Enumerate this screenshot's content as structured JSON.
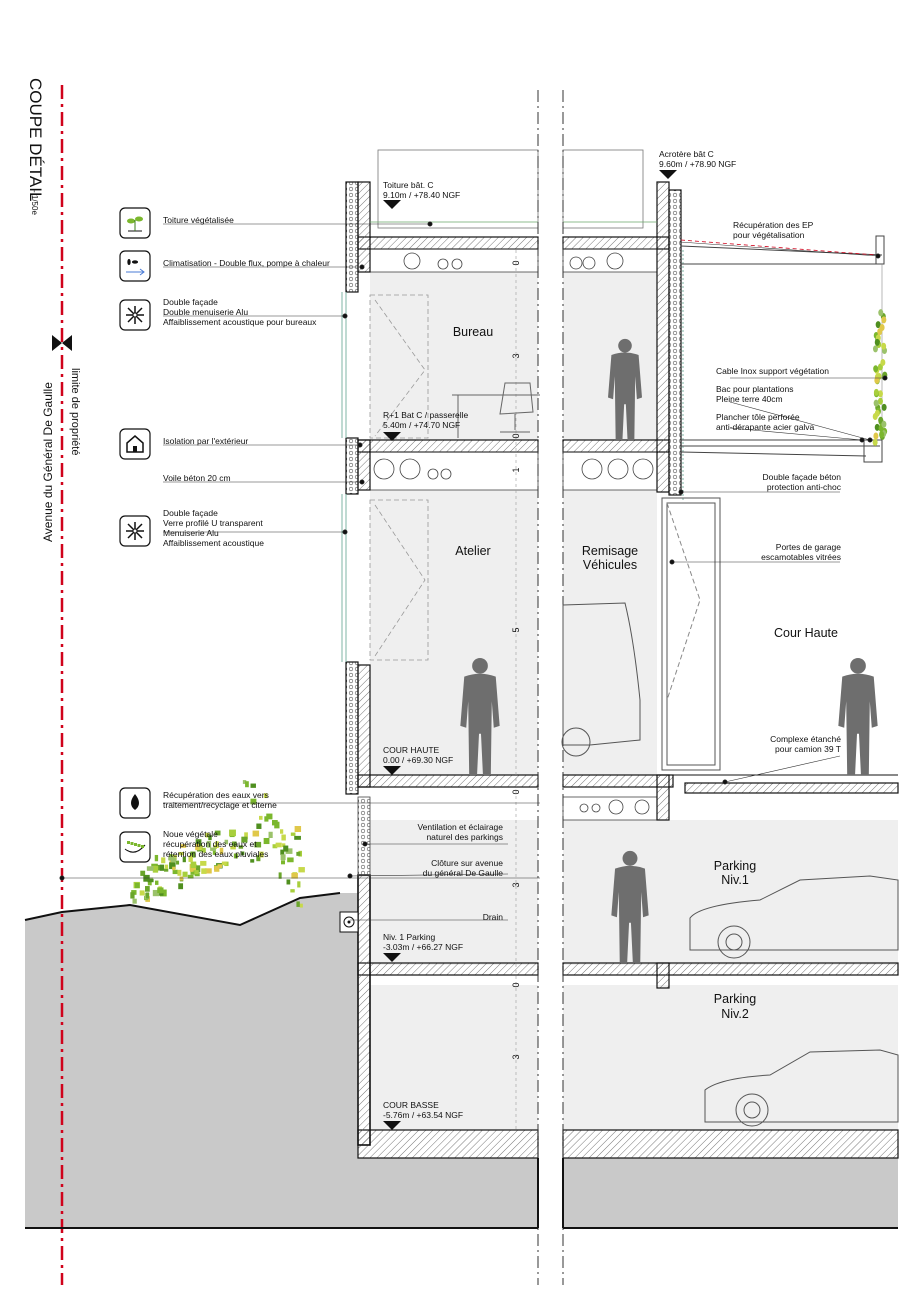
{
  "sheet": {
    "title_main": "COUPE DÉTAIL",
    "title_scale": "- 1/50e",
    "street": "Avenue du Général De Gaulle",
    "property_limit": "limite de propriété"
  },
  "legend": [
    {
      "icon": "green-roof-icon",
      "lines": [
        "Toiture végétalisée"
      ]
    },
    {
      "icon": "ventilation-fan-icon",
      "lines": [
        "Climatisation - Double flux, pompe à chaleur"
      ]
    },
    {
      "icon": "acoustic-window-icon",
      "lines": [
        "Double façade",
        "Double menuiserie Alu",
        "Affaiblissement acoustique pour bureaux"
      ]
    },
    {
      "icon": "house-insulation-icon",
      "lines": [
        "Isolation par l'extérieur"
      ]
    },
    {
      "icon": "none",
      "lines": [
        "Voile béton 20 cm"
      ]
    },
    {
      "icon": "acoustic-window-icon",
      "lines": [
        "Double façade",
        "Verre profilé U transparent",
        "Menuiserie Alu",
        "Affaiblissement acoustique"
      ]
    },
    {
      "icon": "water-drop-icon",
      "lines": [
        "Récupération des eaux vers",
        "traitement/recyclage et citerne"
      ]
    },
    {
      "icon": "swale-icon",
      "lines": [
        "Noue végétale",
        "récupération des eaux et",
        "rétention des eaux pluviales"
      ]
    }
  ],
  "levels": [
    {
      "name": "Toiture bât. C",
      "value": "9.10m / +78.40 NGF"
    },
    {
      "name": "Acrotère bât C",
      "value": "9.60m / +78.90 NGF"
    },
    {
      "name": "R+1 Bat C / passerelle",
      "value": "5.40m / +74.70 NGF"
    },
    {
      "name": "COUR HAUTE",
      "value": "0.00 / +69.30 NGF"
    },
    {
      "name": "Niv. 1 Parking",
      "value": "-3.03m / +66.27 NGF"
    },
    {
      "name": "COUR BASSE",
      "value": "-5.76m / +63.54 NGF"
    }
  ],
  "rooms": {
    "bureau": "Bureau",
    "atelier": "Atelier",
    "remisage_1": "Remisage",
    "remisage_2": "Véhicules",
    "cour_haute": "Cour Haute",
    "parking1_1": "Parking",
    "parking1_2": "Niv.1",
    "parking2_1": "Parking",
    "parking2_2": "Niv.2"
  },
  "dimensions": [
    "0",
    "3",
    "0",
    "1",
    "5",
    "0",
    "3",
    "0",
    "3"
  ],
  "right_notes": [
    {
      "lines": [
        "Récupération des EP",
        "pour végétalisation"
      ]
    },
    {
      "lines": [
        "Cable Inox support végétation"
      ]
    },
    {
      "lines": [
        "Bac pour plantations",
        "Pleine terre 40cm"
      ]
    },
    {
      "lines": [
        "Plancher tôle perforée",
        "anti-dérapante acier galva"
      ]
    },
    {
      "lines": [
        "Double façade béton",
        "protection anti-choc"
      ]
    },
    {
      "lines": [
        "Portes de garage",
        "escamotables vitrées"
      ]
    },
    {
      "lines": [
        "Complexe étanché",
        "pour camion 39 T"
      ]
    }
  ],
  "lower_notes": [
    {
      "lines": [
        "Ventilation et éclairage",
        "naturel des parkings"
      ]
    },
    {
      "lines": [
        "Clôture sur avenue",
        "du général De Gaulle"
      ]
    },
    {
      "lines": [
        "Drain"
      ]
    }
  ],
  "colors": {
    "limit_line": "#d0021b",
    "ground": "#c9c9c9",
    "room_fill": "#efefef",
    "silhouette": "#6e6e6e",
    "glazing": "#7fb6a6",
    "vegetation": "#7bb72d"
  }
}
